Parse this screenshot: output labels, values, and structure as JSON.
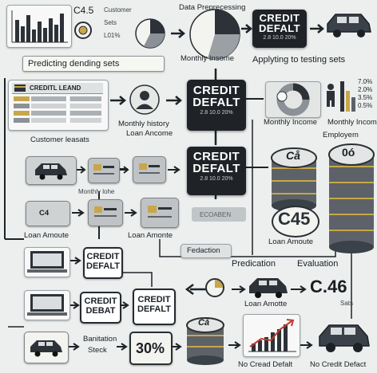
{
  "top": {
    "chart_value": "C4.5",
    "legend_lines": [
      "Customer",
      "Sets",
      "L01%"
    ],
    "pie_label": "Data Preprecessing",
    "pie_caption": "Monthly Insome",
    "banner_left": "Predicting dending sets",
    "banner_right": "Applyting to testing sets"
  },
  "credit_default": {
    "title_line1": "CREDIT",
    "title_line2": "DEFALT",
    "subtext": "2.8 10.0 20%"
  },
  "row2": {
    "form_title": "CREDITL LEAND",
    "history_label_1": "Monthly history",
    "history_label_2": "Loan Ancome",
    "donut_caption": "Monthly Income",
    "people_caption": "Monthly Income",
    "stats": [
      "7.0%",
      "2.0%",
      "3.5%",
      "0.5%"
    ]
  },
  "row3": {
    "customer_label": "Customer leasats",
    "car_card_label": "Monthly lohe",
    "employee_label": "Employem",
    "db_top_1": "Cå",
    "db_top_2": "0ó"
  },
  "row4": {
    "card_value": "C4",
    "card_label_1": "Loan Amoute",
    "card_label_2": "Loan Amonte",
    "blur_label": "ECOABEN",
    "big_value": "C45",
    "big_caption": "Loan Amoute",
    "reduction_label": "Fedaction"
  },
  "row5": {
    "prediction_label": "Predication",
    "evaluation_label": "Evaluation",
    "credit_box_1": [
      "CREDIT",
      "DEFALT"
    ],
    "credit_box_2": [
      "CREDIT",
      "DEBAT"
    ],
    "credit_box_3": [
      "CREDIT",
      "DEFALT"
    ],
    "c46_value": "C.46",
    "c46_caption": "Sats",
    "loan_caption": "Loan Amotte"
  },
  "row6": {
    "stack_label_1": "Banitation",
    "stack_label_2": "Steck",
    "percent_value": "30%",
    "db_top": "Cå",
    "no_default_1": "No Cread Defalt",
    "no_default_2": "No Credit Defact"
  },
  "colors": {
    "dark": "#1f2327",
    "panel": "#f7f8f7",
    "card": "#cfd2d3",
    "accent": "#c9a64a"
  }
}
